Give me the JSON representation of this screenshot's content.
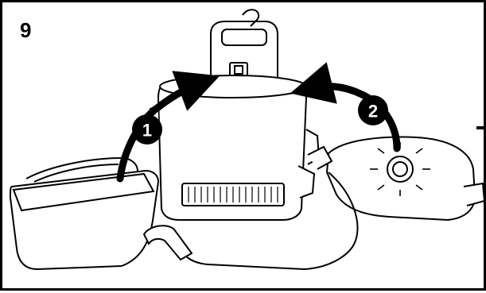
{
  "figure": {
    "step_number": "9",
    "callouts": [
      {
        "label": "1"
      },
      {
        "label": "2"
      }
    ]
  },
  "colors": {
    "line": "#000000",
    "fill": "#ffffff",
    "callout_fill": "#000000"
  }
}
